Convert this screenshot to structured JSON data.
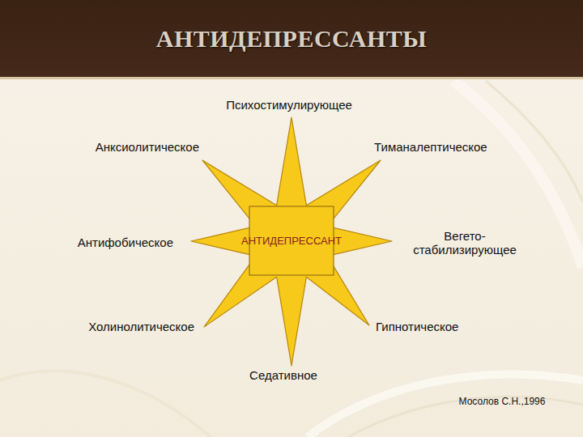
{
  "diagram": {
    "title": "АНТИДЕПРЕССАНТЫ",
    "nodes": [
      {
        "text": [
          "АНТИДЕПРЕССАНТ"
        ]
      }
    ],
    "labels": [
      "Психостимулирующее",
      "Анксиолитическое",
      "Тиманалептическое",
      "Антифобическое",
      "Вегето- стабилизирующее",
      "Холинолитическое",
      "Гипнотическое",
      "Седативное",
      "Мосолов С.Н.,1996"
    ]
  }
}
